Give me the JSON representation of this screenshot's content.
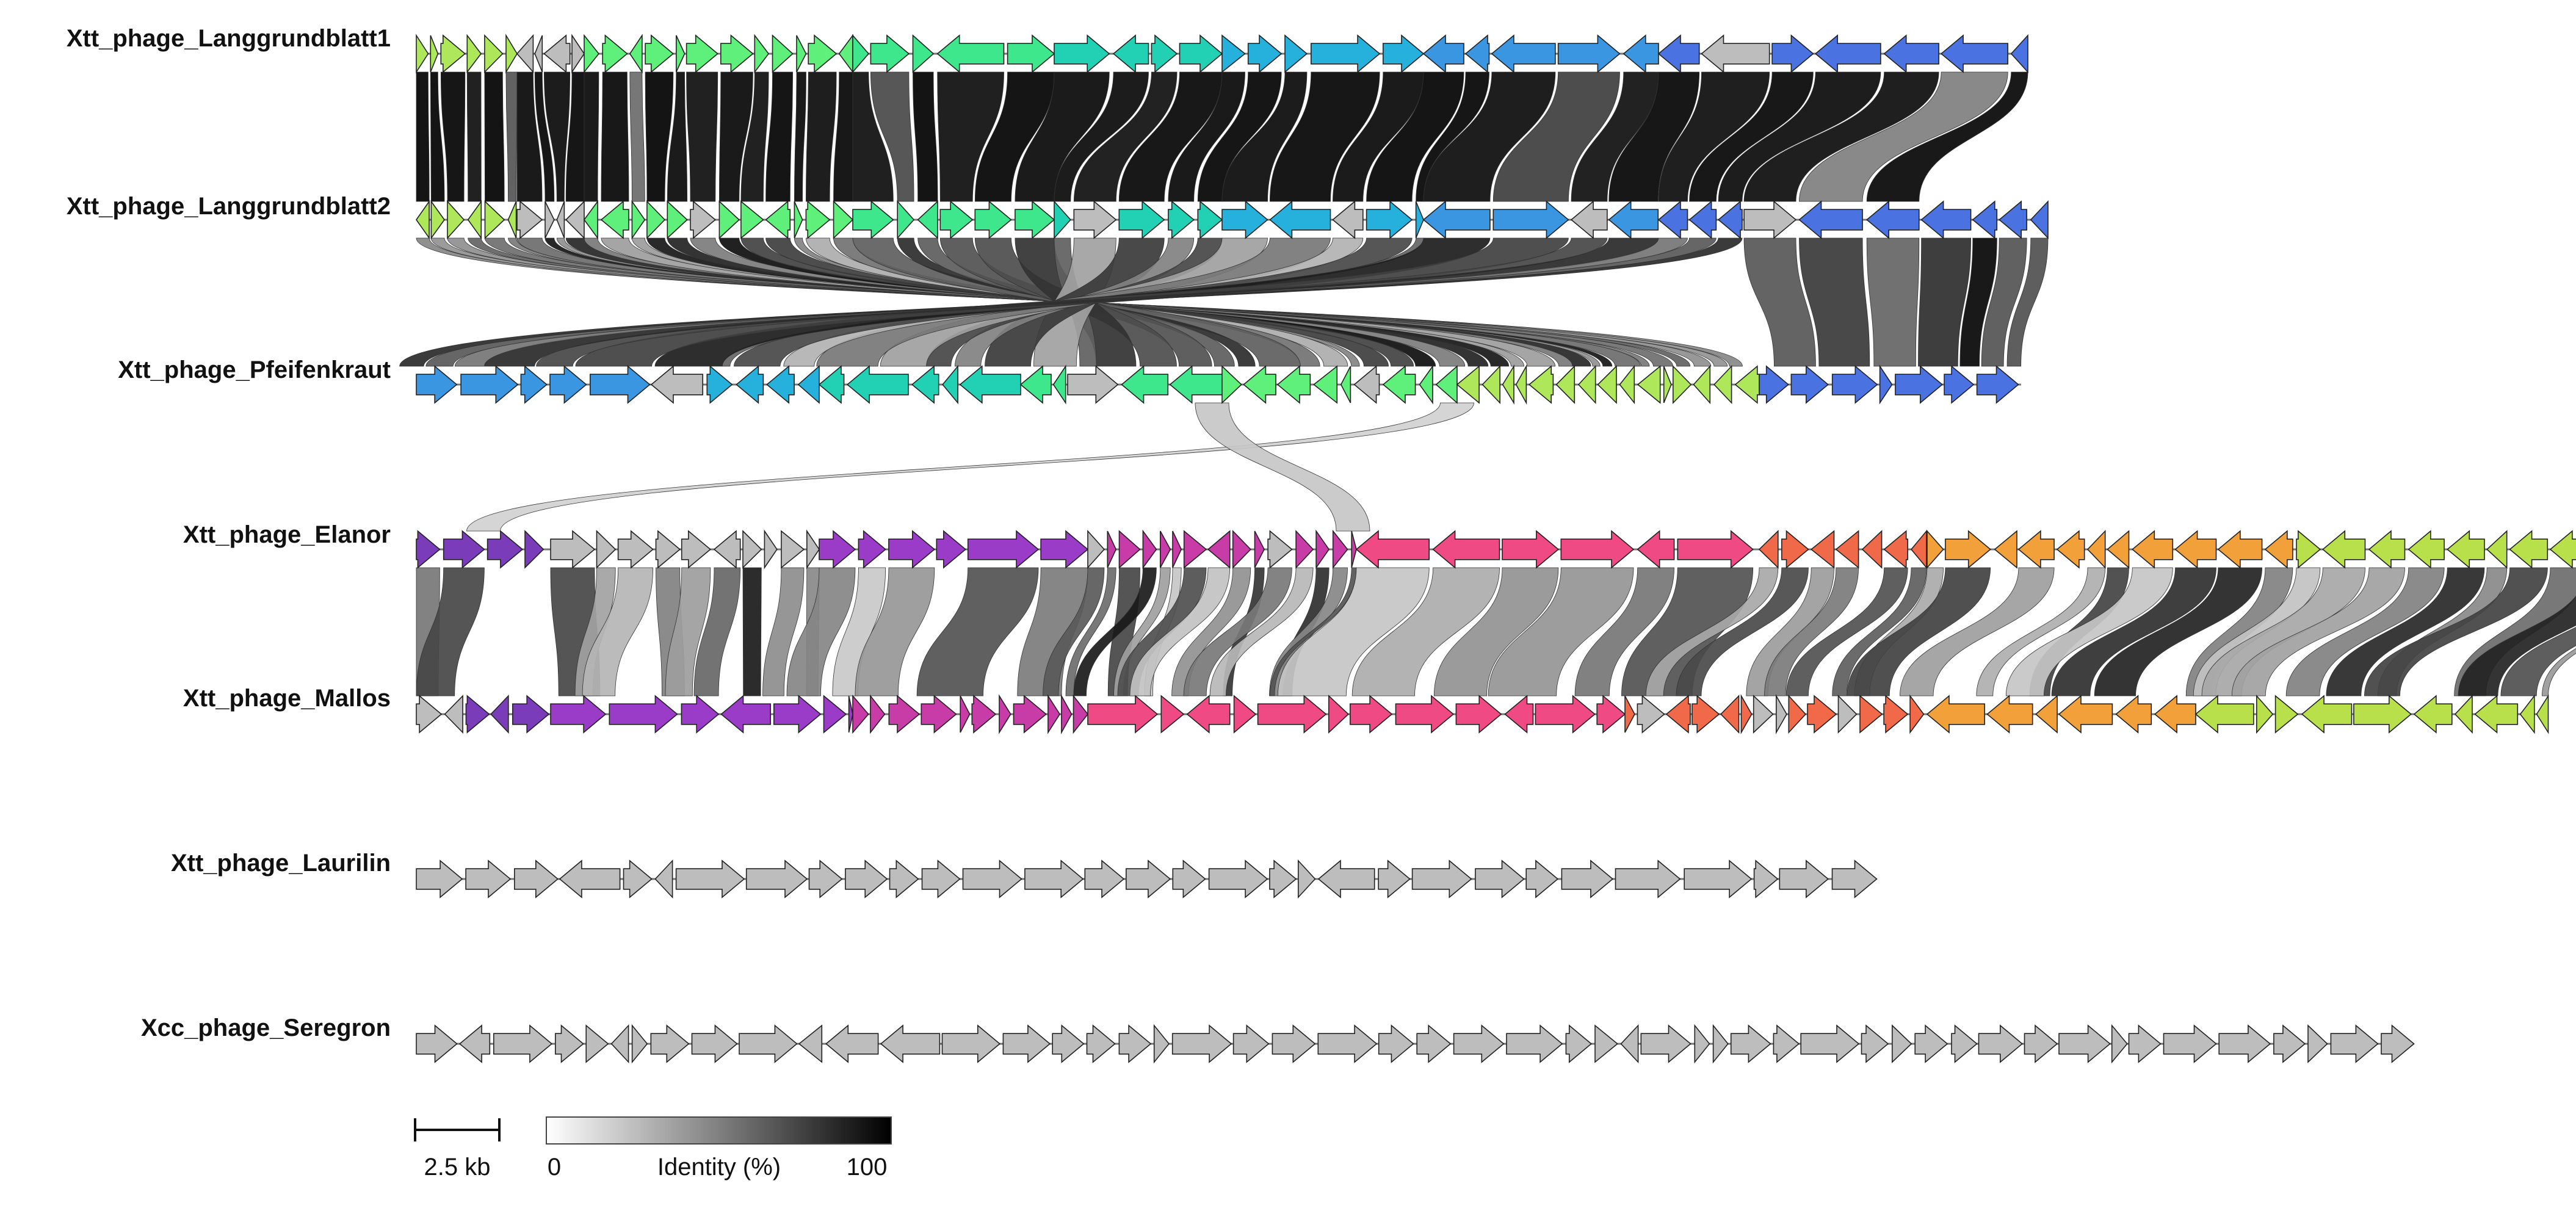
{
  "genomes": [
    {
      "id": "lg1",
      "name": "Xtt_phage_Langgrundblatt1",
      "length_kb": 48.0
    },
    {
      "id": "lg2",
      "name": "Xtt_phage_Langgrundblatt2",
      "length_kb": 48.6
    },
    {
      "id": "pf",
      "name": "Xtt_phage_Pfeifenkraut",
      "length_kb": 47.8
    },
    {
      "id": "el",
      "name": "Xtt_phage_Elanor",
      "length_kb": 67.6
    },
    {
      "id": "ma",
      "name": "Xtt_phage_Mallos",
      "length_kb": 63.5
    },
    {
      "id": "la",
      "name": "Xtt_phage_Laurilin",
      "length_kb": 43.5
    },
    {
      "id": "se",
      "name": "Xcc_phage_Seregron",
      "length_kb": 59.5
    }
  ],
  "legend": {
    "scale_label": "2.5 kb",
    "scale_kb": 2.5,
    "identity_label": "Identity (%)",
    "identity_min": "0",
    "identity_max": "100"
  },
  "colors": {
    "lime": "#aee85a",
    "green": "#5ef07a",
    "spring": "#3ee68c",
    "teal": "#22d0b4",
    "cyan": "#26b0dc",
    "blue": "#3a96e0",
    "royal": "#4a72e0",
    "purple": "#7a3cb8",
    "violet": "#9a3cc8",
    "magenta": "#c83ca8",
    "pink": "#f04a84",
    "coral": "#f06a4a",
    "orange": "#f08a36",
    "amber": "#f2a03a",
    "olive": "#c8c83a",
    "yellowgreen": "#b8e04a",
    "gray": "#bdbdbd"
  }
}
